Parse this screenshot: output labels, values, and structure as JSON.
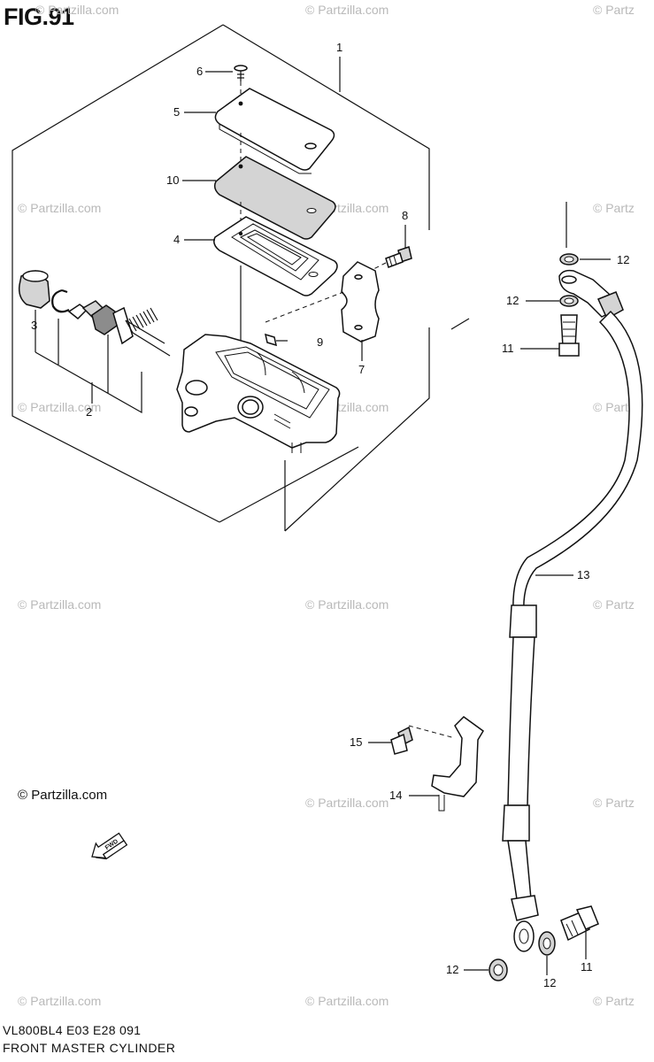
{
  "figure": {
    "title": "FIG.91",
    "credit": "© Partzilla.com",
    "footer_code": "VL800BL4  E03  E28  091",
    "footer_name": "FRONT MASTER CYLINDER",
    "fwd_label": "FWD"
  },
  "watermark": {
    "text": "© Partzilla.com",
    "text_edge": "© Partz"
  },
  "callouts": {
    "c1": "1",
    "c2": "2",
    "c3": "3",
    "c4": "4",
    "c5": "5",
    "c6": "6",
    "c7": "7",
    "c8": "8",
    "c9": "9",
    "c10": "10",
    "c11a": "11",
    "c11b": "11",
    "c12a": "12",
    "c12b": "12",
    "c12c": "12",
    "c12d": "12",
    "c13": "13",
    "c14": "14",
    "c15": "15"
  }
}
